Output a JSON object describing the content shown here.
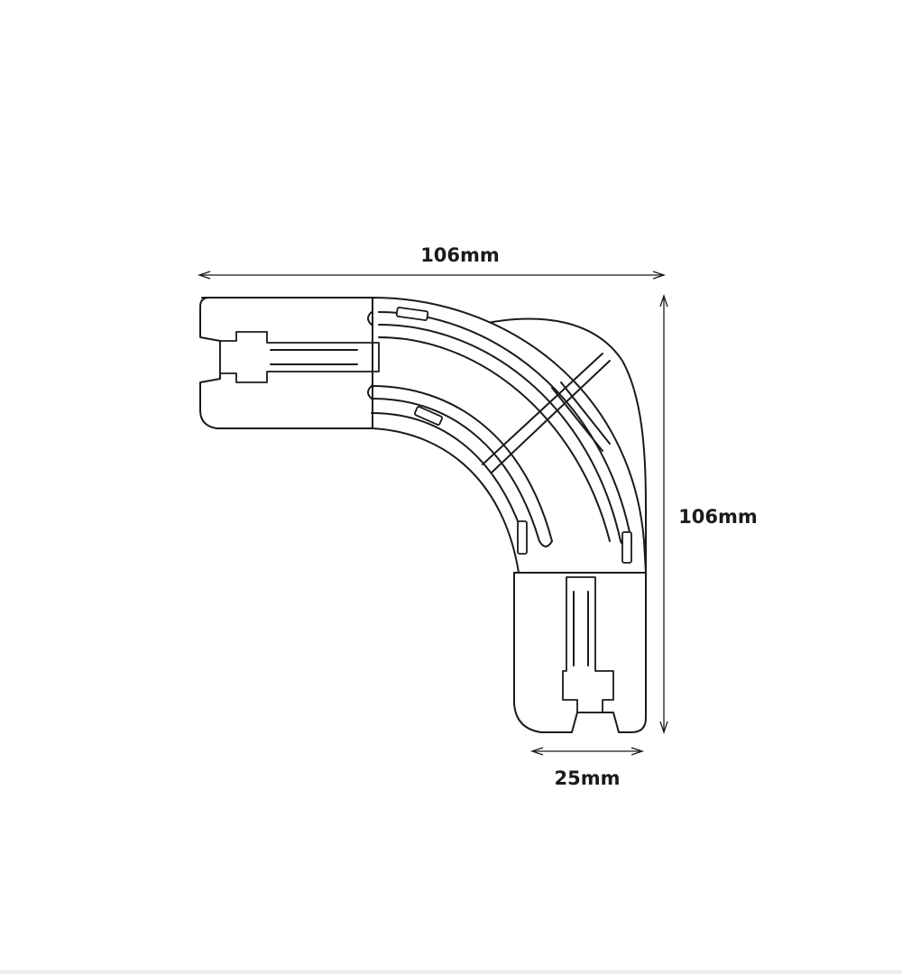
{
  "dimensions": {
    "overall_width": "106mm",
    "overall_height": "106mm",
    "profile_width": "25mm"
  },
  "colors": {
    "line": "#1a1a1a",
    "background": "#ffffff"
  }
}
